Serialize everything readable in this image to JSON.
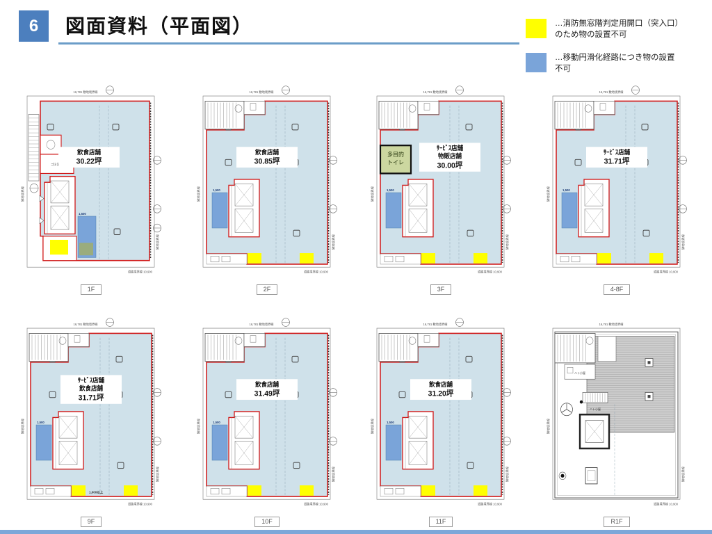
{
  "slide": {
    "number": "6",
    "title": "図面資料（平面図）"
  },
  "legend": {
    "items": [
      {
        "name": "fire-opening",
        "color": "#ffff00",
        "line1": "…消防無窓階判定用開口（突入口）",
        "line2": "のため物の設置不可"
      },
      {
        "name": "barrier-free-route",
        "color": "#7aa4d9",
        "line1": "…移動円滑化経路につき物の設置",
        "line2": "不可"
      }
    ]
  },
  "colors": {
    "accent_blue": "#4c7fbe",
    "underline": "#6b9dc8",
    "floor_fill": "#cfe1ea",
    "outline_red": "#d01818",
    "restriction_blue": "#7aa4d9",
    "opening_yellow": "#ffff00",
    "toilet_green": "#ccd7a0",
    "roof_gray": "#cfcfcf",
    "bottom_bar": "#7da7d9"
  },
  "dims": {
    "top": "16,781 敷地境界線",
    "bottom": "道路境界線 10,900",
    "left": "隣地境界線",
    "right": "隣地境界線"
  },
  "annotations": {
    "width_label": "1,500",
    "min_width_note": "1,000以上",
    "garbage_room": "ゴミ置場",
    "roof_hut": "ハト小屋"
  },
  "plans": [
    {
      "variant": "first",
      "floor_label": "1F",
      "name_lines": [
        "飲食店舗"
      ],
      "area": "30.22坪"
    },
    {
      "variant": "upper",
      "floor_label": "2F",
      "name_lines": [
        "飲食店舗"
      ],
      "area": "30.85坪"
    },
    {
      "variant": "upper",
      "floor_label": "3F",
      "name_lines": [
        "ｻｰﾋﾞｽ店舗",
        "物販店舗"
      ],
      "area": "30.00坪",
      "toilet": true,
      "toilet_lines": [
        "多目的",
        "トイレ"
      ]
    },
    {
      "variant": "upper",
      "floor_label": "4-8F",
      "name_lines": [
        "ｻｰﾋﾞｽ店舗"
      ],
      "area": "31.71坪"
    },
    {
      "variant": "upper",
      "floor_label": "9F",
      "name_lines": [
        "ｻｰﾋﾞｽ店舗",
        "飲食店舗"
      ],
      "area": "31.71坪",
      "note": "1,000以上"
    },
    {
      "variant": "upper",
      "floor_label": "10F",
      "name_lines": [
        "飲食店舗"
      ],
      "area": "31.49坪"
    },
    {
      "variant": "upper",
      "floor_label": "11F",
      "name_lines": [
        "飲食店舗"
      ],
      "area": "31.20坪"
    },
    {
      "variant": "roof",
      "floor_label": "R1F"
    }
  ]
}
